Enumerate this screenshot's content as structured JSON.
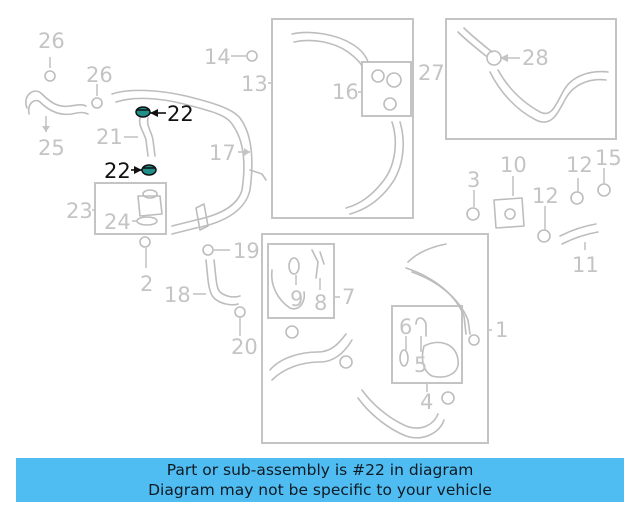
{
  "banner": {
    "line1": "Part or sub-assembly is #22 in diagram",
    "line2": "Diagram may not be specific to your vehicle"
  },
  "callouts": {
    "n1": "1",
    "n2": "2",
    "n3": "3",
    "n4": "4",
    "n5": "5",
    "n6": "6",
    "n7": "7",
    "n8": "8",
    "n9": "9",
    "n10": "10",
    "n11": "11",
    "n12a": "12",
    "n12b": "12",
    "n13": "13",
    "n14": "14",
    "n15": "15",
    "n16": "16",
    "n17": "17",
    "n18": "18",
    "n19": "19",
    "n20": "20",
    "n21": "21",
    "n22a": "22",
    "n22b": "22",
    "n23": "23",
    "n24": "24",
    "n25": "25",
    "n26a": "26",
    "n26b": "26",
    "n27": "27",
    "n28": "28"
  },
  "colors": {
    "highlight_part": "#1f8f8a",
    "highlight_label": "#111111",
    "banner": "#4fbdf1"
  }
}
